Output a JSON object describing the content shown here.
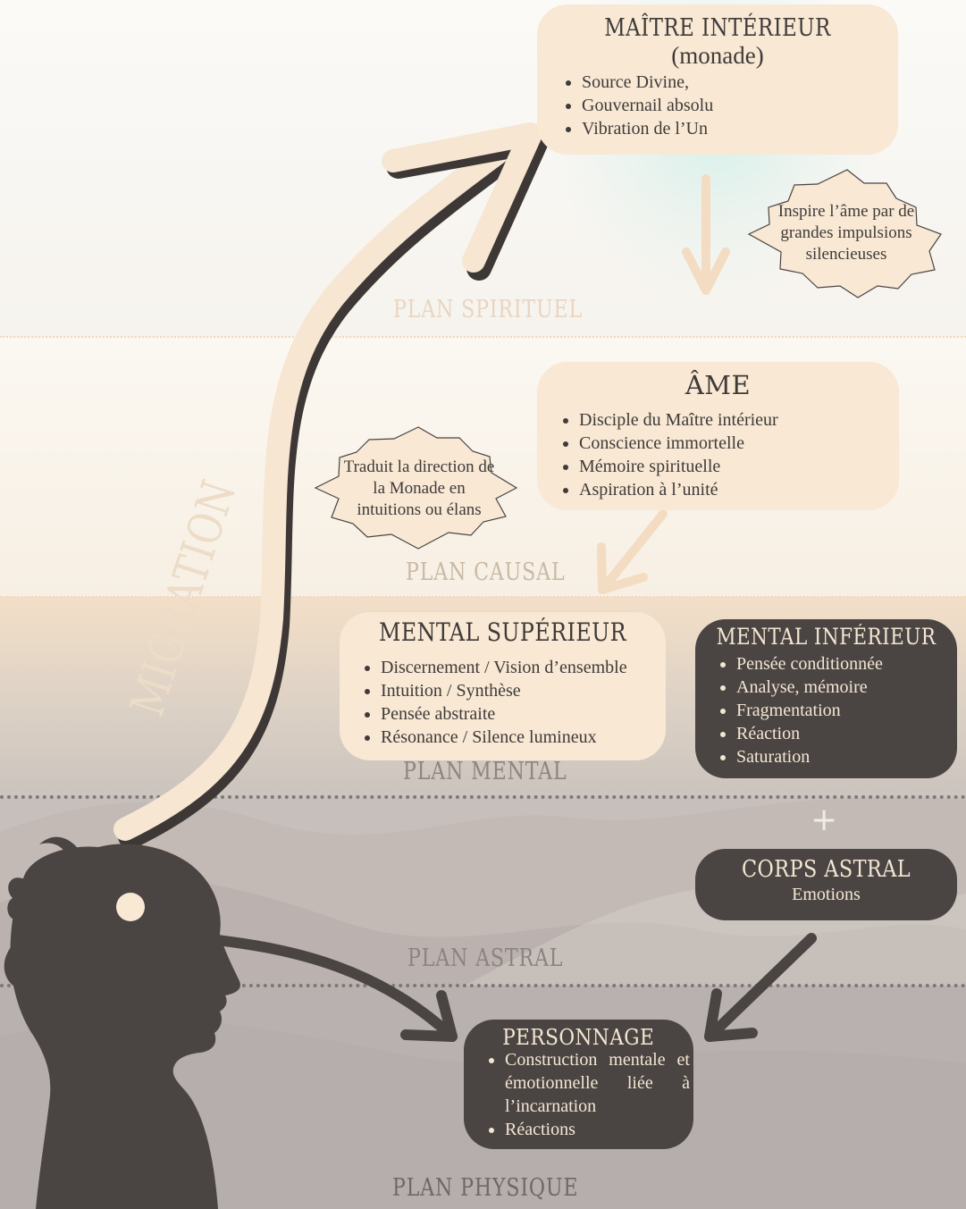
{
  "planes": {
    "spiritual": "PLAN SPIRITUEL",
    "causal": "PLAN CAUSAL",
    "mental": "PLAN MENTAL",
    "astral": "PLAN ASTRAL",
    "physical": "PLAN PHYSIQUE"
  },
  "maitre": {
    "title": "MAÎTRE INTÉRIEUR",
    "subtitle": "(monade)",
    "items": [
      "Source Divine,",
      "Gouvernail absolu",
      "Vibration de l’Un"
    ]
  },
  "ame": {
    "title": "ÂME",
    "items": [
      "Disciple du Maître intérieur",
      "Conscience immortelle",
      "Mémoire spirituelle",
      "Aspiration à l’unité"
    ]
  },
  "mental_superieur": {
    "title": "MENTAL SUPÉRIEUR",
    "items": [
      "Discernement / Vision d’ensemble",
      "Intuition / Synthèse",
      "Pensée abstraite",
      "Résonance / Silence lumineux"
    ]
  },
  "mental_inferieur": {
    "title": "MENTAL INFÉRIEUR",
    "items": [
      "Pensée conditionnée",
      "Analyse, mémoire",
      "Fragmentation",
      "Réaction",
      "Saturation"
    ]
  },
  "corps_astral": {
    "title": "CORPS ASTRAL",
    "subtitle": "Emotions"
  },
  "personnage": {
    "title": "PERSONNAGE",
    "items": [
      "Construction mentale et émotionnelle liée à l’incarnation",
      "Réactions"
    ]
  },
  "notes": {
    "monade": "Inspire l’âme par de grandes impulsions silencieuses",
    "ame": "Traduit la direction de la Monade en intuitions ou élans"
  },
  "plus_sign": "+",
  "migration": "MIGRATION",
  "colors": {
    "cream": "#f8e8d4",
    "dark": "#4a4543",
    "silhouette": "#4a4543"
  }
}
